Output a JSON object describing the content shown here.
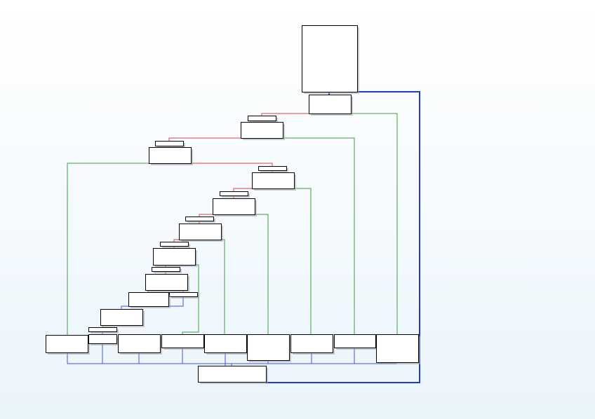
{
  "graph": {
    "kind": "control-flow-graph",
    "node_text_visible": false,
    "colors": {
      "true_branch": "#3fa03f",
      "false_branch": "#d9434b",
      "unconditional": "#3a55e0",
      "back_edge": "#1e3cd0",
      "node_fill": "#ffffff",
      "node_border": "#000000",
      "background_top": "#ffffff",
      "background_bottom": "#eaf4fb"
    },
    "node_count": 29,
    "edge_count": 40
  }
}
